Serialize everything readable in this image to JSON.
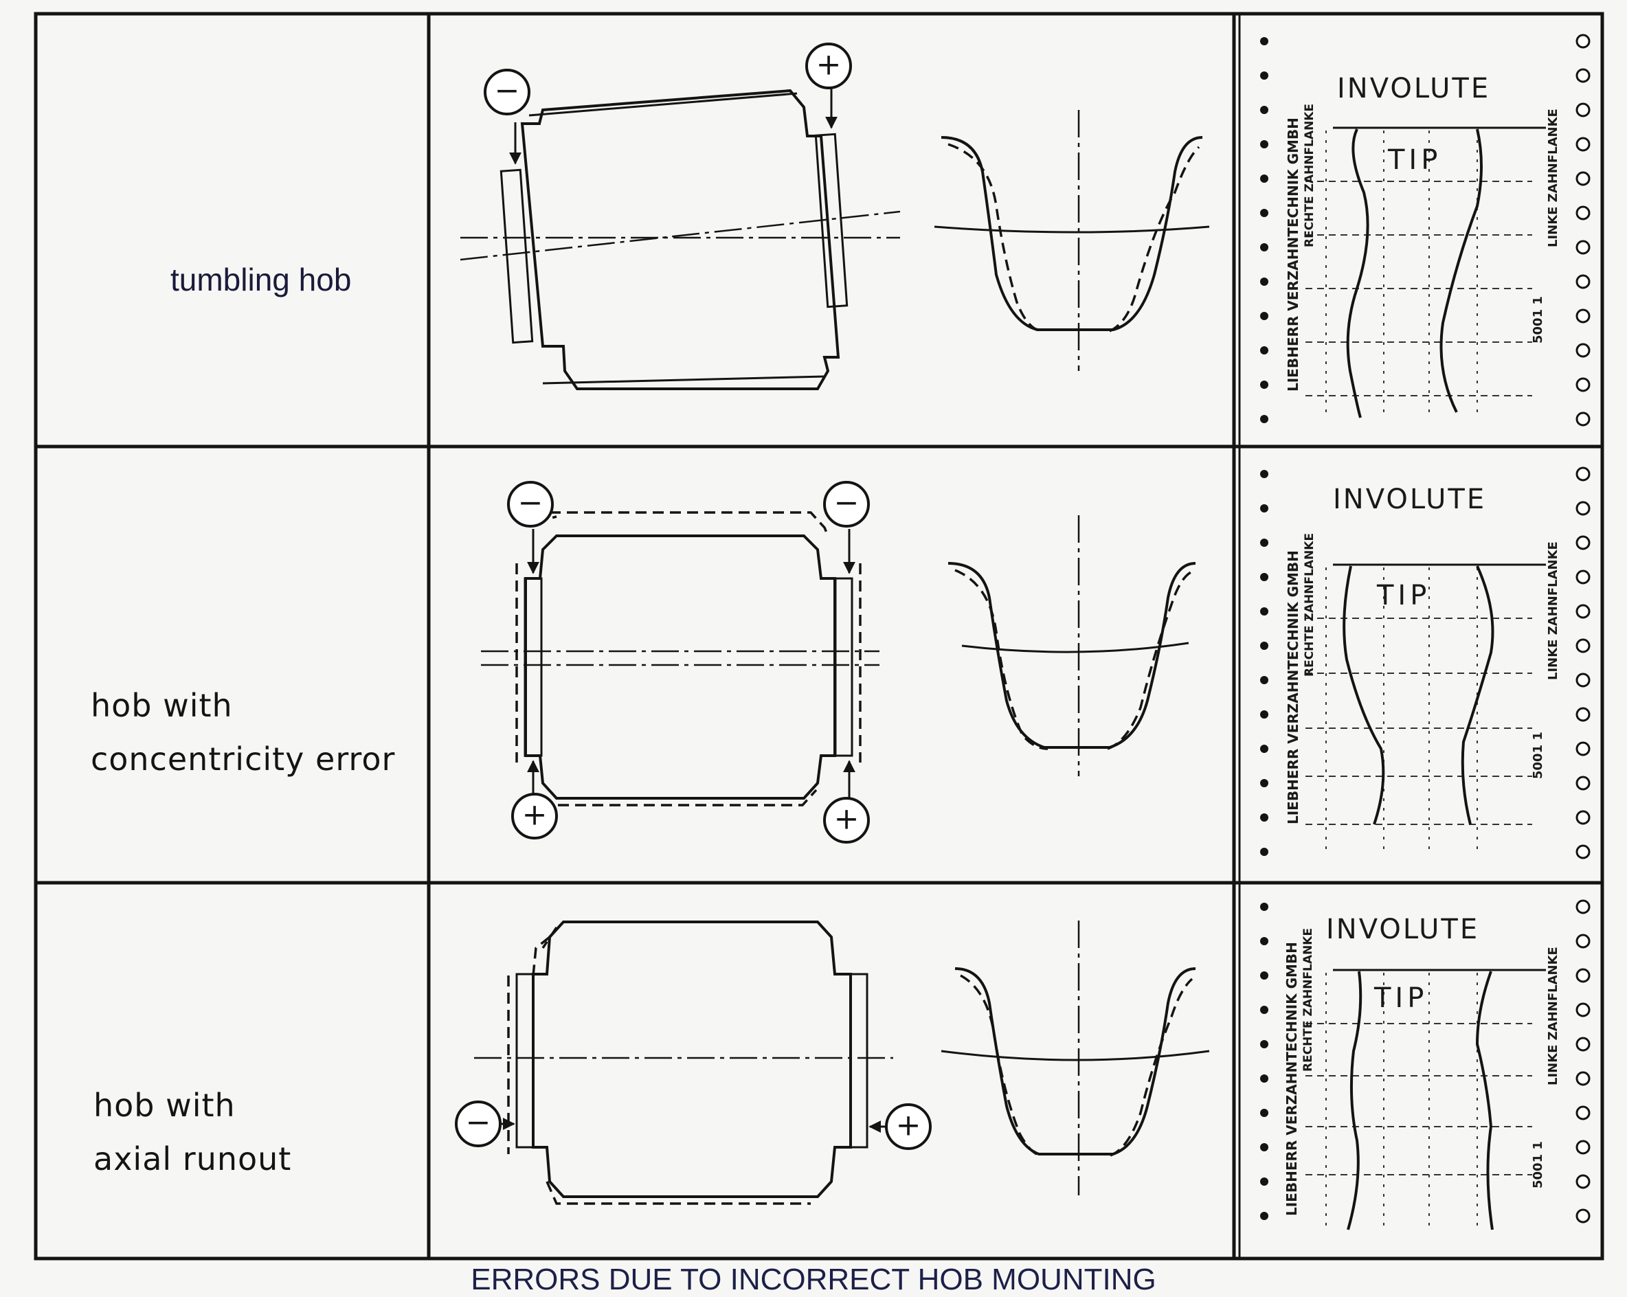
{
  "rows": [
    {
      "label_lines": [
        "tumbling hob"
      ],
      "signs": [
        "−",
        "+"
      ]
    },
    {
      "label_lines": [
        "hob  with",
        "concentricity error"
      ],
      "signs": [
        "−",
        "−",
        "+",
        "+"
      ]
    },
    {
      "label_lines": [
        "hob  with",
        "axial runout"
      ],
      "signs": [
        "−",
        "+"
      ]
    }
  ],
  "charts": [
    {
      "title": "INVOLUTE",
      "tip": "TIP",
      "maker": "LIEBHERR VERZAHNTECHNIK GMBH",
      "sub": "RECHTE ZAHNFLANKE",
      "right": "LINKE ZAHNFLANKE",
      "scale": "5001 1"
    },
    {
      "title": "INVOLUTE",
      "tip": "TIP",
      "maker": "LIEBHERR VERZAHNTECHNIK GMBH",
      "sub": "RECHTE ZAHNFLANKE",
      "right": "LINKE ZAHNFLANKE",
      "scale": "5001 1"
    },
    {
      "title": "INVOLUTE",
      "tip": "TIP",
      "maker": "LIEBHERR VERZAHNTECHNIK GMBH",
      "sub": "RECHTE ZAHNFLANKE",
      "right": "LINKE ZAHNFLANKE",
      "scale": "5001 1"
    }
  ],
  "caption": "ERRORS DUE TO INCORRECT HOB MOUNTING",
  "colors": {
    "ink": "#141414",
    "paper": "#f6f6f4",
    "caption": "#1c2048"
  }
}
